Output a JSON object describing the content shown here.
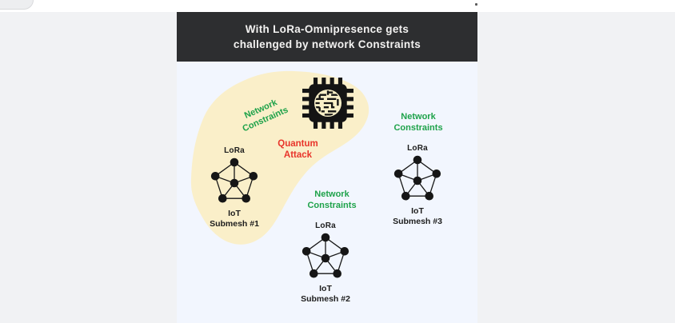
{
  "header": {
    "title_line1": "With LoRa-Omnipresence gets",
    "title_line2": "challenged by network Constraints"
  },
  "blob_region": {
    "constraint_label_rotated": {
      "line1": "Network",
      "line2": "Constraints"
    },
    "quantum_attack": {
      "line1": "Quantum",
      "line2": "Attack"
    }
  },
  "constraint_labels": {
    "mid": {
      "line1": "Network",
      "line2": "Constraints"
    },
    "right": {
      "line1": "Network",
      "line2": "Constraints"
    }
  },
  "submeshes": [
    {
      "tech_label": "LoRa",
      "name_line1": "IoT",
      "name_line2": "Submesh #1"
    },
    {
      "tech_label": "LoRa",
      "name_line1": "IoT",
      "name_line2": "Submesh #2"
    },
    {
      "tech_label": "LoRa",
      "name_line1": "IoT",
      "name_line2": "Submesh #3"
    }
  ],
  "icons": {
    "chip": "quantum-chip-icon"
  },
  "colors": {
    "header_bg": "#2d2e30",
    "header_text": "#f3f2f1",
    "panel_bg": "#f2f6fe",
    "outer_bg": "#f1f2f4",
    "blob_fill": "#faefc9",
    "constraint_green": "#1ea24a",
    "attack_red": "#e8342a",
    "node_black": "#161616"
  }
}
